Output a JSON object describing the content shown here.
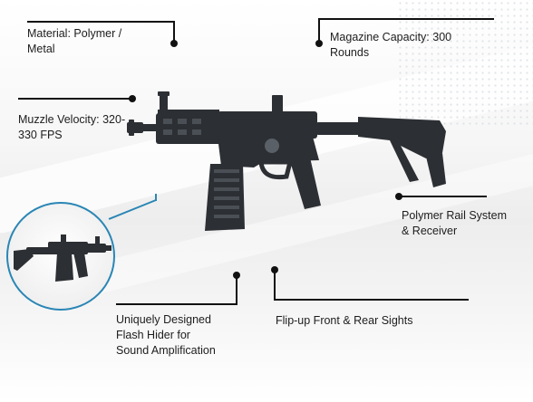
{
  "specs": {
    "material": "Material: Polymer /\nMetal",
    "magazine": "Magazine Capacity: 300\nRounds",
    "velocity": "Muzzle Velocity: 320-\n330 FPS",
    "rail": "Polymer Rail System\n& Receiver",
    "flash_hider": "Uniquely Designed\nFlash Hider for\nSound Amplification",
    "sights": "Flip-up Front & Rear Sights"
  },
  "colors": {
    "accent": "#2a86b5",
    "rifle": "#2c2f33",
    "line": "#111111"
  }
}
